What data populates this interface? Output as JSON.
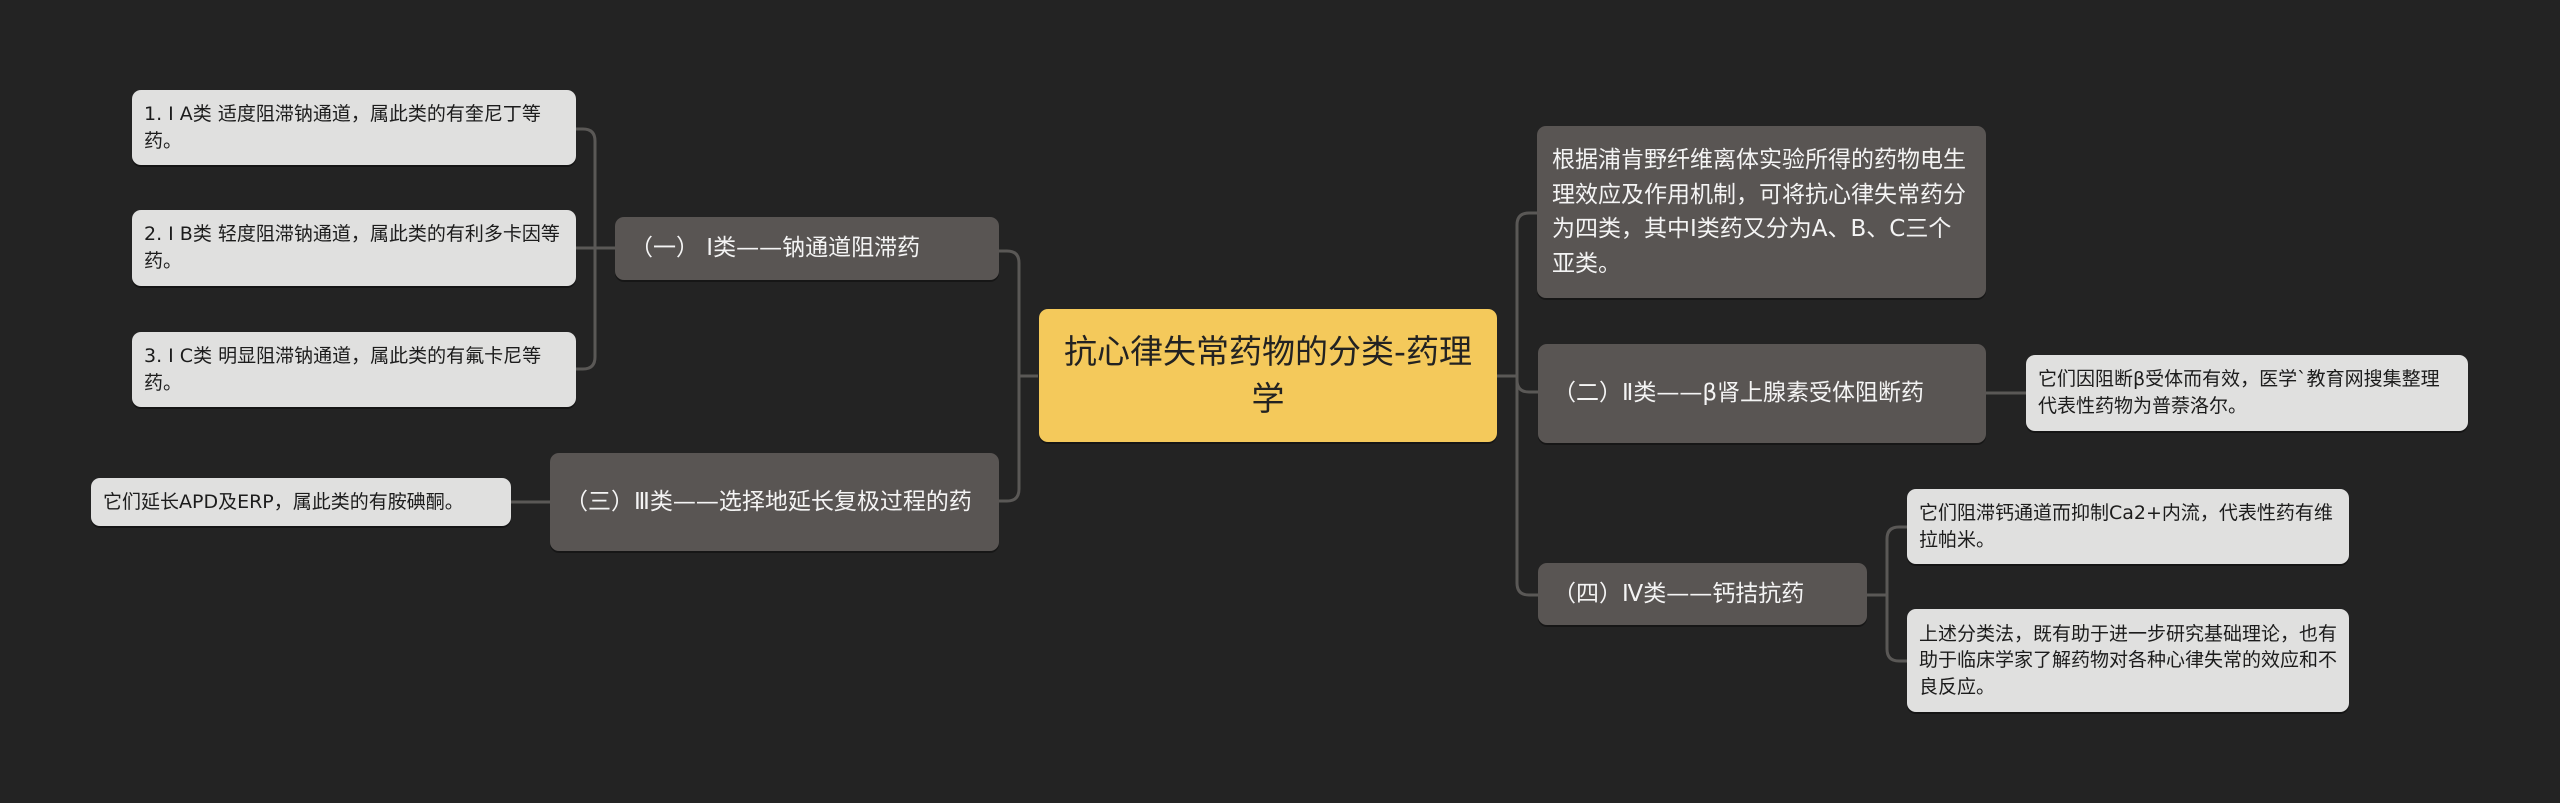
{
  "root": {
    "title": "抗心律失常药物的分类-药理学",
    "color": "#f4c95b"
  },
  "colors": {
    "background": "#232323",
    "branch_fill": "#595553",
    "leaf_fill": "#e0e0df",
    "connector": "#5a5856"
  },
  "left": {
    "branches": [
      {
        "label": "（一） Ⅰ类——钠通道阻滞药",
        "children": [
          "1. Ⅰ A类 适度阻滞钠通道，属此类的有奎尼丁等药。",
          "2. Ⅰ B类 轻度阻滞钠通道，属此类的有利多卡因等药。",
          "3. Ⅰ C类 明显阻滞钠通道，属此类的有氟卡尼等药。"
        ]
      },
      {
        "label": "（三）Ⅲ类——选择地延长复极过程的药",
        "children": [
          "它们延长APD及ERP，属此类的有胺碘酮。"
        ]
      }
    ]
  },
  "right": {
    "branches": [
      {
        "label": "根据浦肯野纤维离体实验所得的药物电生理效应及作用机制，可将抗心律失常药分为四类，其中Ⅰ类药又分为A、B、C三个亚类。",
        "children": []
      },
      {
        "label": "（二）Ⅱ类——β肾上腺素受体阻断药",
        "children": [
          "它们因阻断β受体而有效，医学`教育网搜集整理代表性药物为普萘洛尔。"
        ]
      },
      {
        "label": "（四）Ⅳ类——钙拮抗药",
        "children": [
          "它们阻滞钙通道而抑制Ca2+内流，代表性药有维拉帕米。",
          "上述分类法，既有助于进一步研究基础理论，也有助于临床学家了解药物对各种心律失常的效应和不良反应。"
        ]
      }
    ]
  }
}
